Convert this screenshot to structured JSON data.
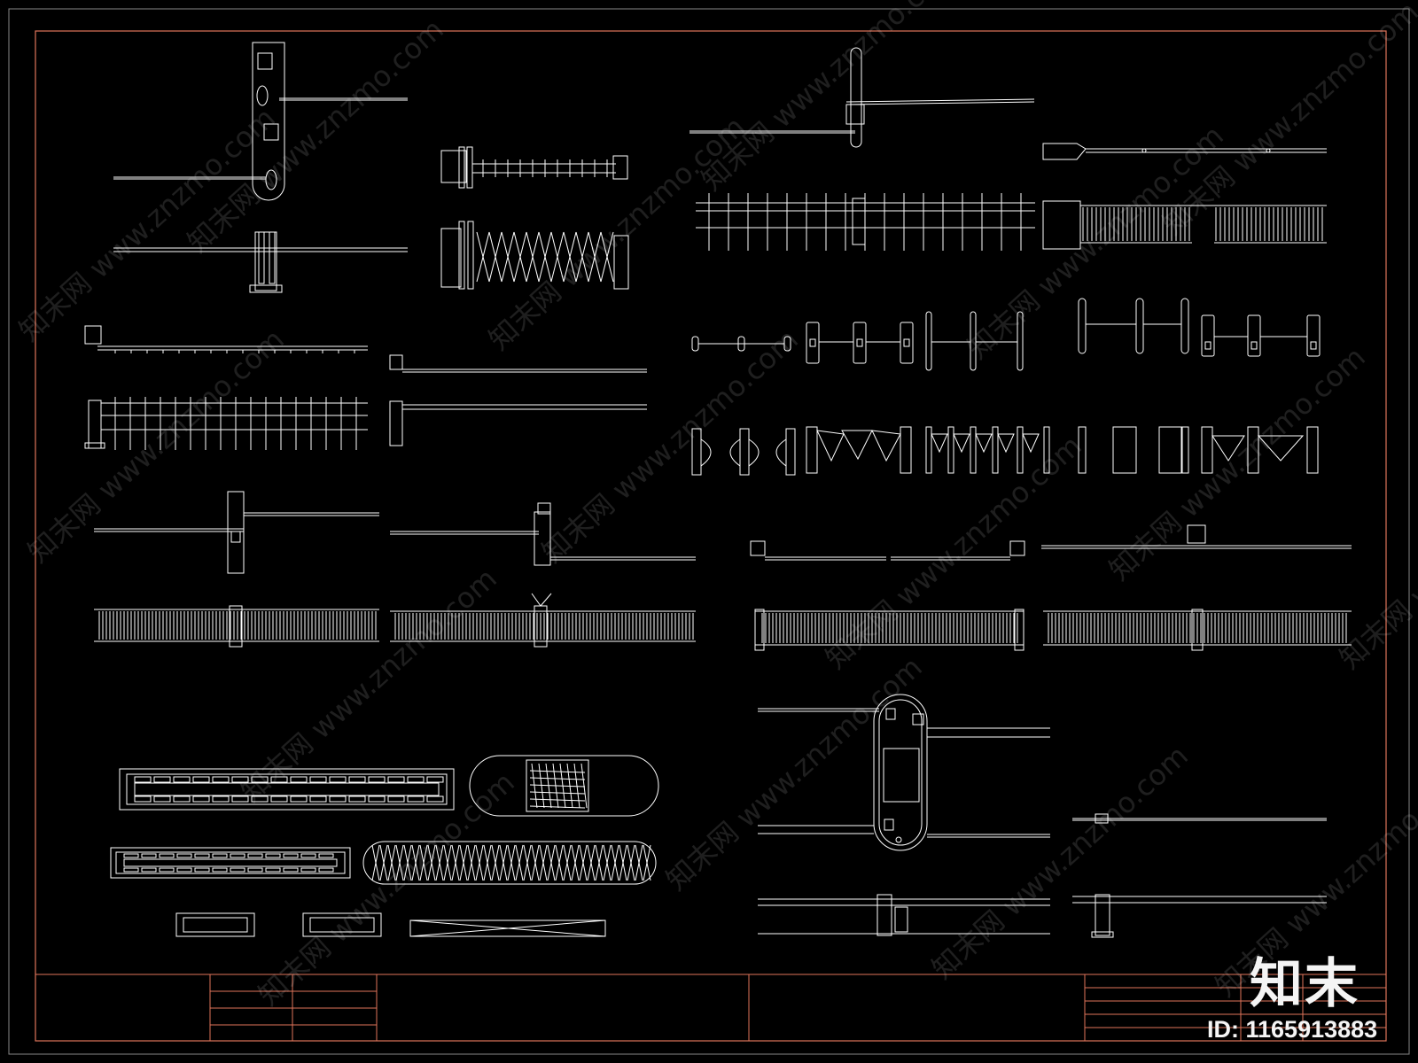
{
  "drawing": {
    "background": "#000000",
    "frame_color": "#e0745a",
    "line_color": "#ffffff"
  },
  "watermark": {
    "site": "www.znzmo.com",
    "brand": "知末网"
  },
  "logo": {
    "text": "知末"
  },
  "id_label": "ID: 1165913883"
}
